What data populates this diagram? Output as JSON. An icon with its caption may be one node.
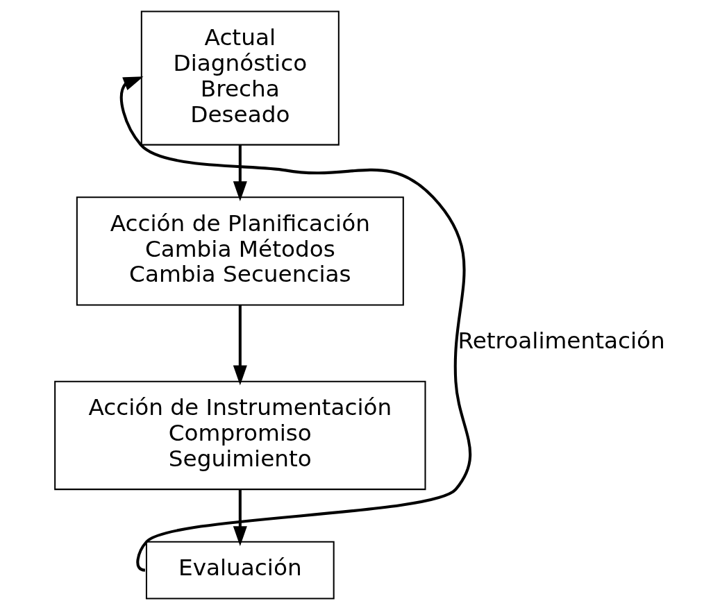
{
  "diagram": {
    "nodes": [
      {
        "text": [
          "Actual",
          "Diagnóstico",
          "Brecha",
          "Deseado"
        ]
      },
      {
        "text": [
          "Acción de Planificación",
          "Cambia Métodos",
          "Cambia Secuencias"
        ]
      },
      {
        "text": [
          "Acción de Instrumentación",
          "Compromiso",
          "Seguimiento"
        ]
      },
      {
        "text": [
          "Evaluación"
        ]
      }
    ],
    "edges": [
      {
        "from": 0,
        "to": 1,
        "arrow": "to"
      },
      {
        "from": 1,
        "to": 2,
        "arrow": "to"
      },
      {
        "from": 2,
        "to": 3,
        "arrow": "to"
      },
      {
        "from": 3,
        "to": 0,
        "arrow": "to",
        "label": "Retroalimentación"
      }
    ]
  }
}
